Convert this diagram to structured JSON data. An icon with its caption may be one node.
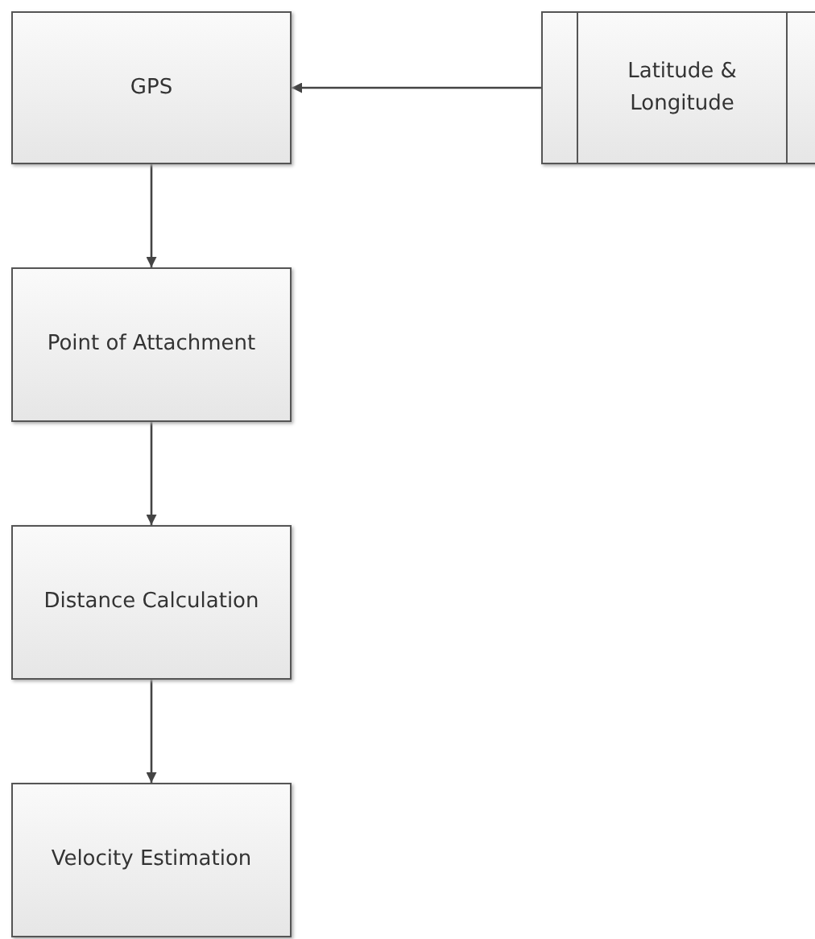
{
  "diagram": {
    "nodes": [
      {
        "text": [
          "GPS"
        ]
      },
      {
        "text": [
          "Latitude & Longitude"
        ]
      },
      {
        "text": [
          "Point of Attachment"
        ]
      },
      {
        "text": [
          "Distance Calculation"
        ]
      },
      {
        "text": [
          "Velocity Estimation"
        ]
      }
    ],
    "edges": [
      {
        "from": 1,
        "to": 0,
        "arrow": "to"
      },
      {
        "from": 0,
        "to": 2,
        "arrow": "to"
      },
      {
        "from": 2,
        "to": 3,
        "arrow": "to"
      },
      {
        "from": 3,
        "to": 4,
        "arrow": "to"
      }
    ]
  }
}
